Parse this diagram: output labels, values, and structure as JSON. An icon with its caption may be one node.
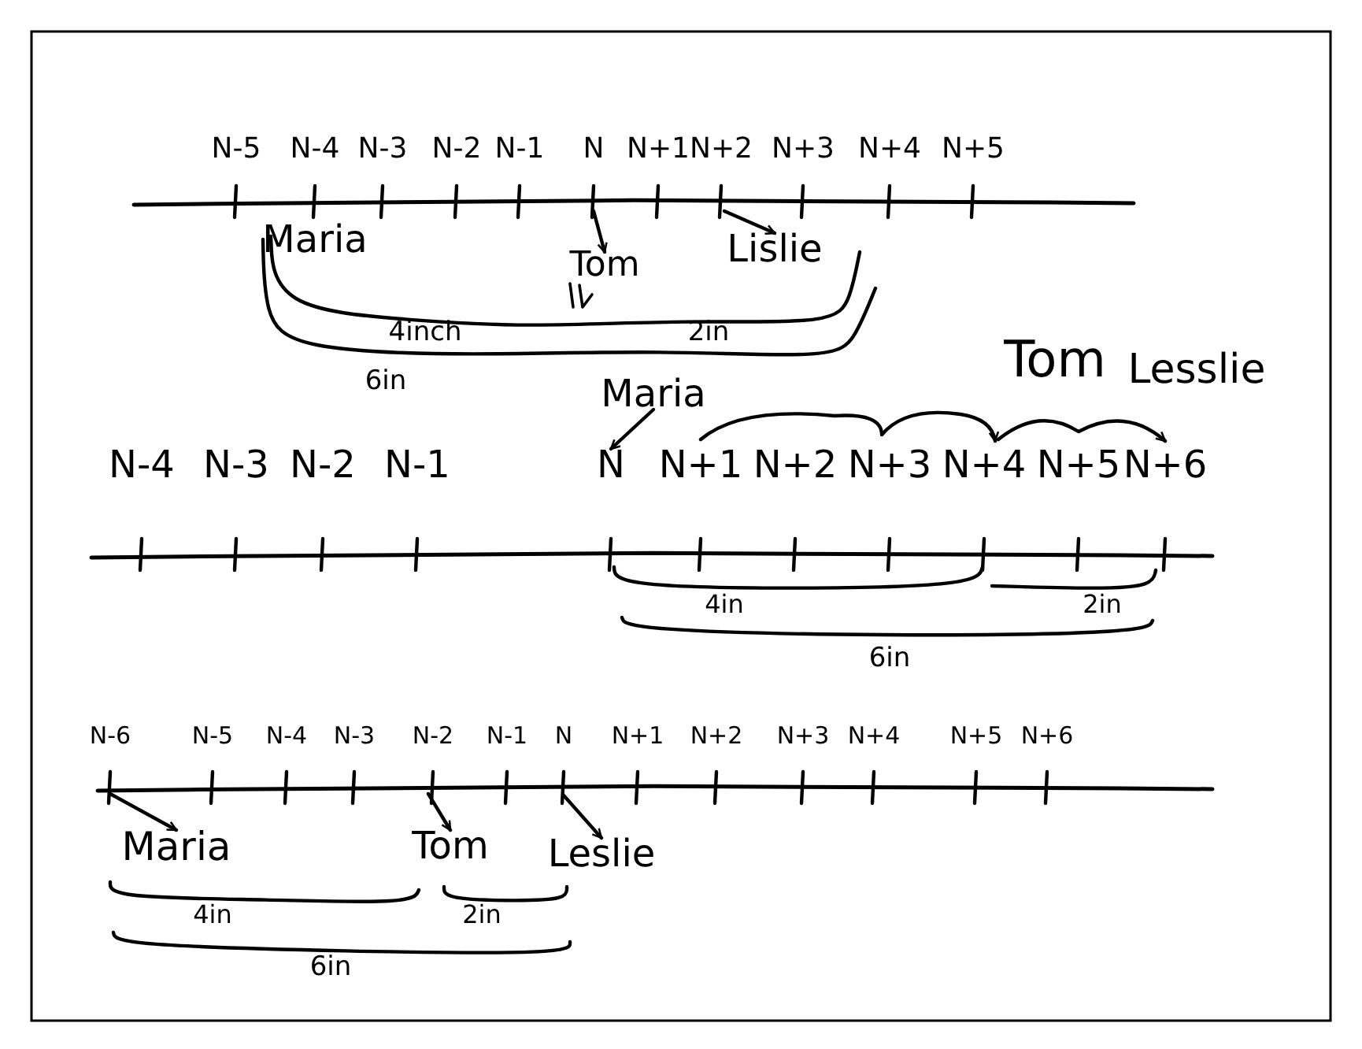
{
  "diagram": {
    "nodes": [
      {
        "text": [
          "Maria"
        ]
      },
      {
        "text": [
          "Tom"
        ]
      },
      {
        "text": [
          "Lislie"
        ]
      },
      {
        "text": [
          "Maria"
        ]
      },
      {
        "text": [
          "Tom"
        ]
      },
      {
        "text": [
          "Lesslie"
        ]
      },
      {
        "text": [
          "Maria"
        ]
      },
      {
        "text": [
          "Tom"
        ]
      },
      {
        "text": [
          "Leslie"
        ]
      },
      {
        "text": [
          "N"
        ]
      }
    ],
    "edges": [
      {
        "from": null,
        "to": 1,
        "arrow": "to"
      },
      {
        "from": null,
        "to": 2,
        "arrow": "to"
      },
      {
        "from": 3,
        "to": 9,
        "arrow": "to"
      },
      {
        "from": null,
        "to": 6,
        "arrow": "to"
      },
      {
        "from": null,
        "to": 7,
        "arrow": "to"
      },
      {
        "from": null,
        "to": 8,
        "arrow": "to"
      }
    ],
    "labels": [
      "N-5",
      "N-4",
      "N-3",
      "N-2",
      "N-1",
      "N",
      "N+1",
      "N+2",
      "N+3",
      "N+4",
      "N+5",
      "4inch",
      "2in",
      "6in",
      "N-4",
      "N-3",
      "N-2",
      "N-1",
      "N+1",
      "N+2",
      "N+3",
      "N+4",
      "N+5",
      "N+6",
      "4in",
      "2in",
      "6in",
      "N-6",
      "N-5",
      "N-4",
      "N-3",
      "N-2",
      "N-1",
      "N",
      "N+1",
      "N+2",
      "N+3",
      "N+4",
      "N+5",
      "N+6",
      "4in",
      "2in",
      "6in"
    ]
  }
}
